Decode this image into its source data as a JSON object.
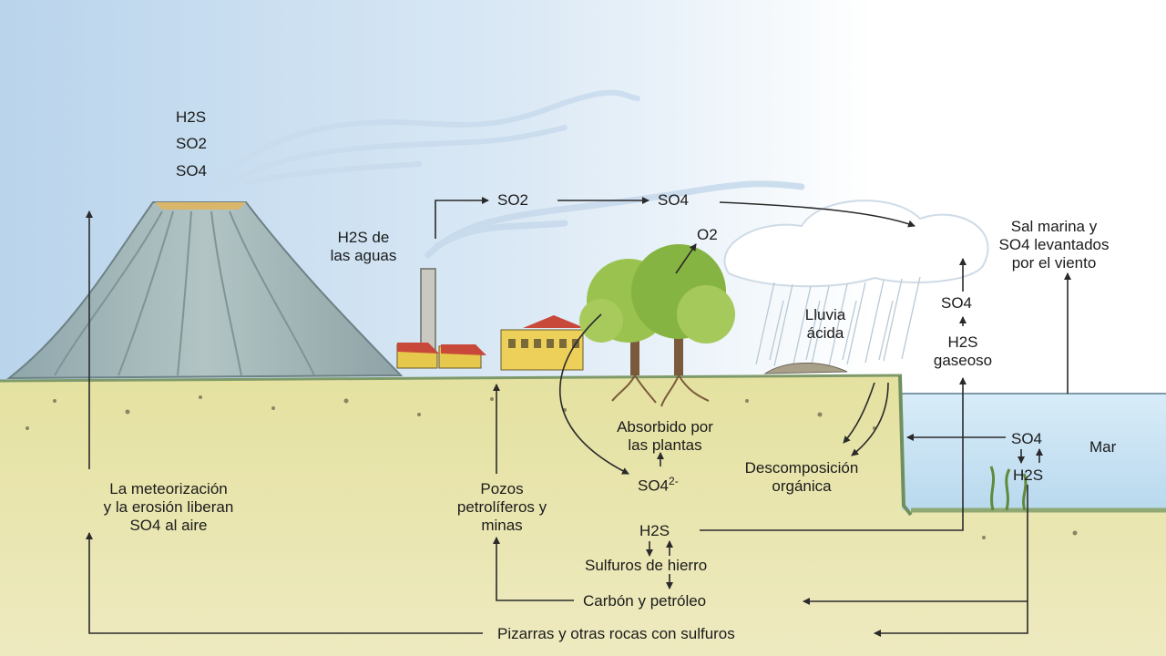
{
  "labels": {
    "volcano_h2s": "H2S",
    "volcano_so2": "SO2",
    "volcano_so4": "SO4",
    "water_h2s_l1": "H2S de",
    "water_h2s_l2": "las aguas",
    "factory_so2": "SO2",
    "cloud_so4": "SO4",
    "tree_o2": "O2",
    "sea_salt_l1": "Sal marina y",
    "sea_salt_l2": "SO4 levantados",
    "sea_salt_l3": "por el viento",
    "acid_rain_l1": "Lluvia",
    "acid_rain_l2": "ácida",
    "gas_so4": "SO4",
    "gas_h2s_l1": "H2S",
    "gas_h2s_l2": "gaseoso",
    "absorbed_l1": "Absorbido por",
    "absorbed_l2": "las plantas",
    "sulfate": "SO4",
    "sulfate_charge": "2-",
    "decomposition_l1": "Descomposición",
    "decomposition_l2": "orgánica",
    "sea_so4": "SO4",
    "sea_h2s": "H2S",
    "sea": "Mar",
    "weathering_l1": "La meteorización",
    "weathering_l2": "y la erosión liberan",
    "weathering_l3": "SO4 al aire",
    "wells_l1": "Pozos",
    "wells_l2": "petrolíferos y",
    "wells_l3": "minas",
    "ground_h2s": "H2S",
    "iron_sulfides": "Sulfuros de hierro",
    "coal_oil": "Carbón y petróleo",
    "shales": "Pizarras y otras rocas con sulfuros"
  },
  "colors": {
    "sky_top": "#bcd6ee",
    "ground": "#e6e3a4",
    "sea": "#cfe6f4",
    "volcano": "#9fb4b6",
    "tree": "#8fb84a",
    "factory": "#e8c84a",
    "roof": "#c8483a",
    "arrow": "#2a2a2a"
  }
}
